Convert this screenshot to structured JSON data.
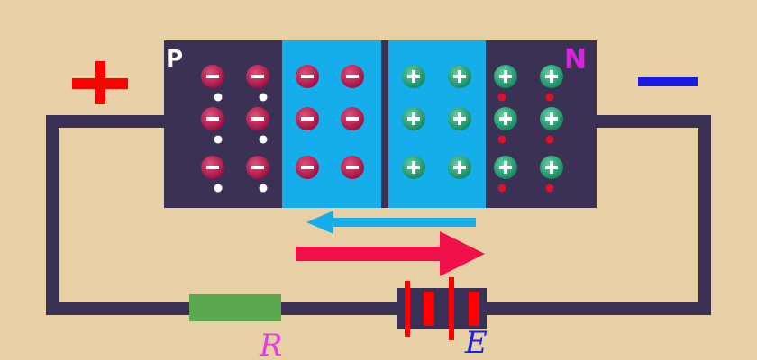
{
  "colors": {
    "background": "#E8D0A6",
    "wire": "#3A2F55",
    "semiconductor": "#3A3154",
    "depletion": "#16AEEA",
    "negative_ion": "#B3104A",
    "positive_ion": "#1F9F6F",
    "hole": "#FFFFFF",
    "electron": "#E0102A",
    "plus_sign": "#FF0000",
    "minus_sign": "#1A1AE6",
    "resistor": "#5BA84E",
    "battery": "#FF0000",
    "reverse_arrow": "#16AEEA",
    "forward_arrow": "#F0104A",
    "label_p": "#FFFFFF",
    "label_n": "#E020E0",
    "label_r": "#E040E0",
    "label_e": "#2020E0"
  },
  "labels": {
    "p_region": "P",
    "n_region": "N",
    "resistor": "R",
    "battery": "E"
  },
  "terminals": {
    "left": "+",
    "right": "minus-bar"
  },
  "icons": {
    "negative_ion": "minus-in-circle",
    "positive_ion": "plus-in-circle",
    "hole": "dot",
    "electron": "dot",
    "reverse_current": "arrow-left",
    "forward_current": "arrow-right",
    "battery": "battery-symbol"
  }
}
